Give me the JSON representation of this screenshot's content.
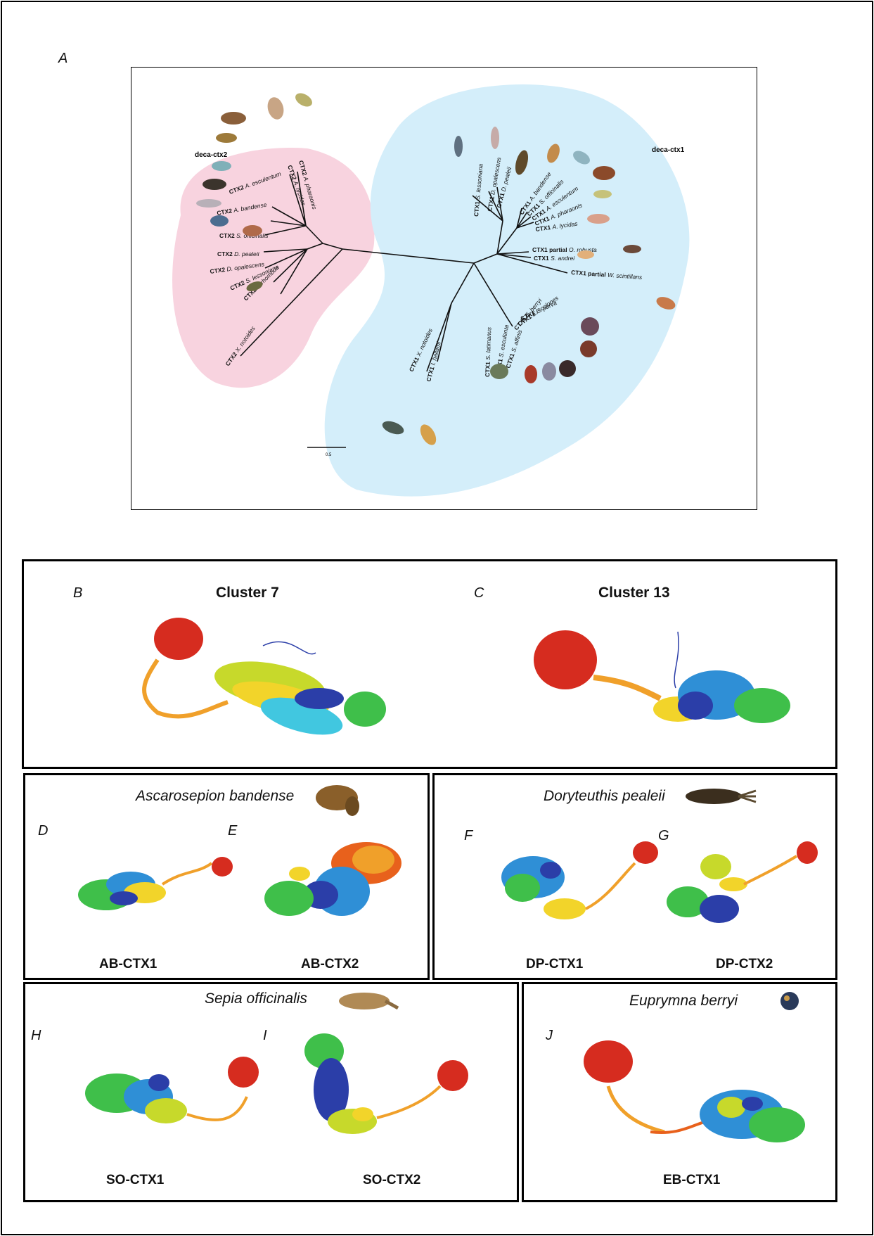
{
  "panel_letters": {
    "A": "A",
    "B": "B",
    "C": "C",
    "D": "D",
    "E": "E",
    "F": "F",
    "G": "G",
    "H": "H",
    "I": "I",
    "J": "J"
  },
  "tree": {
    "clade_left_label": "deca-ctx2",
    "clade_right_label": "deca-ctx1",
    "scale_label": "0.5",
    "colors": {
      "ctx2_region": "#f8d3df",
      "ctx1_region": "#d4eefa",
      "branch": "#111111"
    },
    "ctx2_tips": [
      {
        "gene": "CTX2",
        "species": "A. pharaonis"
      },
      {
        "gene": "CTX2",
        "species": "A. lycidas"
      },
      {
        "gene": "CTX2",
        "species": "A. esculentum"
      },
      {
        "gene": "CTX2",
        "species": "A. bandense"
      },
      {
        "gene": "CTX2",
        "species": "S. officinalis"
      },
      {
        "gene": "CTX2",
        "species": "D. pealeii"
      },
      {
        "gene": "CTX2",
        "species": "D. opalescens"
      },
      {
        "gene": "CTX2",
        "species": "S. lessoniana"
      },
      {
        "gene": "CTX2",
        "species": "T. rhombus"
      },
      {
        "gene": "CTX2",
        "species": "X. notoides"
      }
    ],
    "ctx1_tips": [
      {
        "gene": "CTX1",
        "species": "S. lessoniana"
      },
      {
        "gene": "CTX1",
        "species": "D. opalescens"
      },
      {
        "gene": "CTX1",
        "species": "D. pealeii"
      },
      {
        "gene": "CTX1",
        "species": "A. bandense"
      },
      {
        "gene": "CTX1",
        "species": "S. officinalis"
      },
      {
        "gene": "CTX1",
        "species": "A. esculentum"
      },
      {
        "gene": "CTX1",
        "species": "A. pharaonis"
      },
      {
        "gene": "CTX1",
        "species": "A. lycidas"
      },
      {
        "gene": "CTX1 partial",
        "species": "O. robusta"
      },
      {
        "gene": "CTX1",
        "species": "S. andrei"
      },
      {
        "gene": "CTX1 partial",
        "species": "W. scintillans"
      },
      {
        "gene": "CTX1",
        "species": "E. parva"
      },
      {
        "gene": "CTX1",
        "species": "E. scolopes"
      },
      {
        "gene": "CTX1",
        "species": "E. berryi"
      },
      {
        "gene": "CTX1",
        "species": "S. esculenta"
      },
      {
        "gene": "CTX1",
        "species": "S. affinis"
      },
      {
        "gene": "CTX1",
        "species": "S. latimanus"
      },
      {
        "gene": "CTX1",
        "species": "X. notoides"
      },
      {
        "gene": "CTX1",
        "species": "I. hallami"
      }
    ]
  },
  "clusters": {
    "b_title": "Cluster 7",
    "c_title": "Cluster 13"
  },
  "species_panels": {
    "ab": {
      "species": "Ascarosepion bandense",
      "left": "AB-CTX1",
      "right": "AB-CTX2"
    },
    "dp": {
      "species": "Doryteuthis pealeii",
      "left": "DP-CTX1",
      "right": "DP-CTX2"
    },
    "so": {
      "species": "Sepia officinalis",
      "left": "SO-CTX1",
      "right": "SO-CTX2"
    },
    "eb": {
      "species": "Euprymna berryi",
      "single": "EB-CTX1"
    }
  },
  "structure_colors": [
    "#2b3ea8",
    "#2f8fd6",
    "#41c7e0",
    "#3fbf4a",
    "#c7d92b",
    "#f2d42a",
    "#f0a02a",
    "#e8611c",
    "#d62c1f"
  ]
}
